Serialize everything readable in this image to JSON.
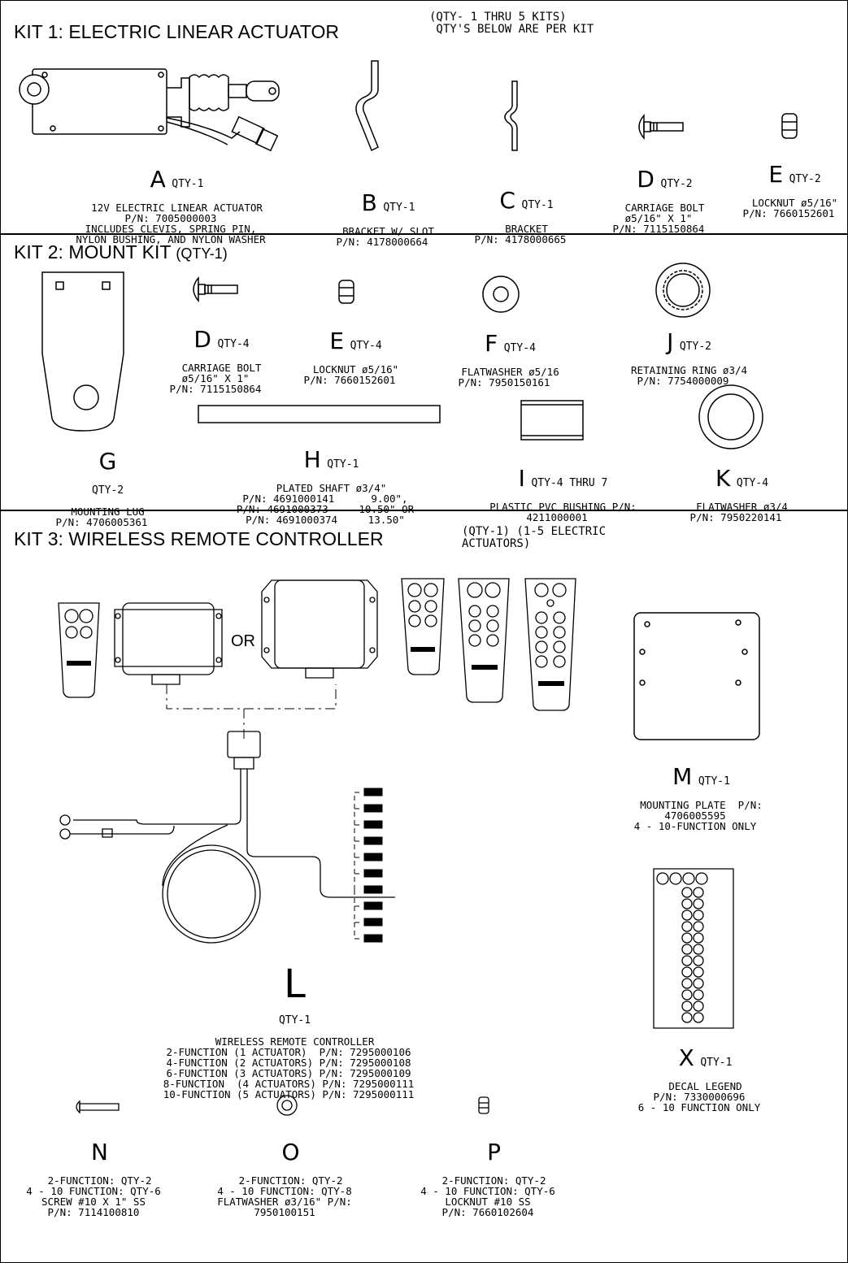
{
  "kit1": {
    "title": "KIT 1: ELECTRIC LINEAR ACTUATOR",
    "note": "(QTY- 1 THRU 5 KITS)\n QTY'S BELOW ARE PER KIT",
    "parts": {
      "A": {
        "letter": "A",
        "qty": "QTY-1",
        "desc": "12V ELECTRIC LINEAR ACTUATOR\nP/N: 7005000003\nINCLUDES CLEVIS, SPRING PIN,\nNYLON BUSHING, AND NYLON WASHER"
      },
      "B": {
        "letter": "B",
        "qty": "QTY-1",
        "desc": "BRACKET W/ SLOT\nP/N: 4178000664"
      },
      "C": {
        "letter": "C",
        "qty": "QTY-1",
        "desc": "BRACKET\nP/N: 4178000665"
      },
      "D": {
        "letter": "D",
        "qty": "QTY-2",
        "desc": "CARRIAGE BOLT\nø5/16\" X 1\"\nP/N: 7115150864"
      },
      "E": {
        "letter": "E",
        "qty": "QTY-2",
        "desc": "LOCKNUT ø5/16\"\nP/N: 7660152601"
      }
    }
  },
  "kit2": {
    "title": "KIT 2: MOUNT KIT",
    "title_suffix": "(QTY-1)",
    "parts": {
      "D": {
        "letter": "D",
        "qty": "QTY-4",
        "desc": "CARRIAGE BOLT\nø5/16\" X 1\"\nP/N: 7115150864"
      },
      "E": {
        "letter": "E",
        "qty": "QTY-4",
        "desc": "LOCKNUT ø5/16\"\nP/N: 7660152601"
      },
      "F": {
        "letter": "F",
        "qty": "QTY-4",
        "desc": "FLATWASHER ø5/16\nP/N: 7950150161"
      },
      "J": {
        "letter": "J",
        "qty": "QTY-2",
        "desc": "RETAINING RING ø3/4\nP/N: 7754000009"
      },
      "G": {
        "letter": "G",
        "qty": "QTY-2",
        "desc": "MOUNTING LUG\nP/N: 4706005361"
      },
      "H": {
        "letter": "H",
        "qty": "QTY-1",
        "desc": "PLATED SHAFT ø3/4\"\nP/N: 4691000141      9.00\",\nP/N: 4691000373     10.50\" OR\nP/N: 4691000374     13.50\""
      },
      "I": {
        "letter": "I",
        "qty": "QTY-4 THRU 7",
        "desc": "PLASTIC PVC BUSHING P/N:\n4211000001"
      },
      "K": {
        "letter": "K",
        "qty": "QTY-4",
        "desc": "FLATWASHER ø3/4\nP/N: 7950220141"
      }
    }
  },
  "kit3": {
    "title": "KIT 3: WIRELESS REMOTE CONTROLLER",
    "note": "(QTY-1) (1-5 ELECTRIC\nACTUATORS)",
    "or_label": "OR",
    "parts": {
      "M": {
        "letter": "M",
        "qty": "QTY-1",
        "desc": "MOUNTING PLATE  P/N:\n4706005595\n4 - 10-FUNCTION ONLY"
      },
      "L": {
        "letter": "L",
        "qty": "QTY-1",
        "desc": "WIRELESS REMOTE CONTROLLER\n2-FUNCTION (1 ACTUATOR)  P/N: 7295000106\n4-FUNCTION (2 ACTUATORS) P/N: 7295000108\n6-FUNCTION (3 ACTUATORS) P/N: 7295000109\n8-FUNCTION  (4 ACTUATORS) P/N: 7295000111\n10-FUNCTION (5 ACTUATORS) P/N: 7295000111"
      },
      "X": {
        "letter": "X",
        "qty": "QTY-1",
        "desc": "DECAL LEGEND\nP/N: 7330000696\n6 - 10 FUNCTION ONLY"
      },
      "N": {
        "letter": "N",
        "desc": "2-FUNCTION: QTY-2\n4 - 10 FUNCTION: QTY-6\nSCREW #10 X 1\" SS\nP/N: 7114100810"
      },
      "O": {
        "letter": "O",
        "desc": "2-FUNCTION: QTY-2\n4 - 10 FUNCTION: QTY-8\nFLATWASHER ø3/16\" P/N:\n7950100151"
      },
      "P": {
        "letter": "P",
        "desc": "2-FUNCTION: QTY-2\n4 - 10 FUNCTION: QTY-6\nLOCKNUT #10 SS\nP/N: 7660102604"
      }
    }
  }
}
